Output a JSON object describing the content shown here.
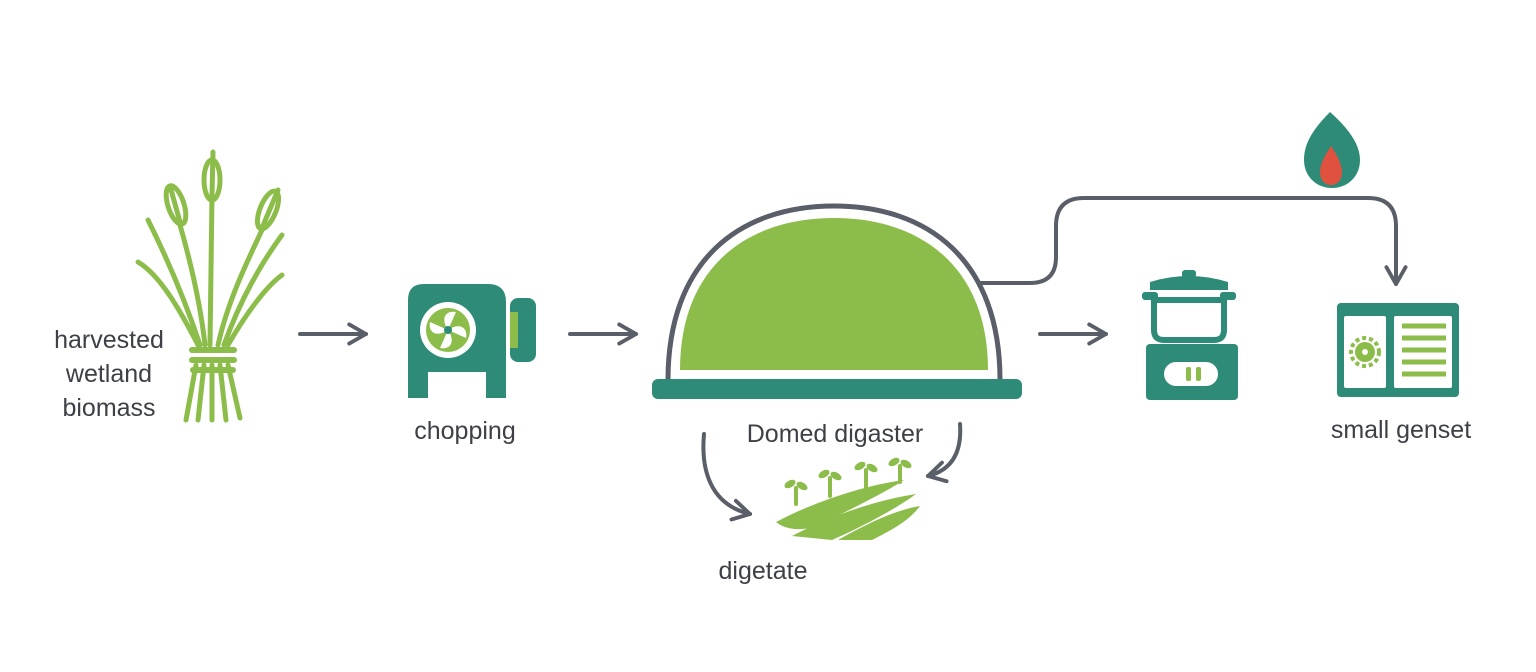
{
  "colors": {
    "green": "#8cbd4a",
    "teal": "#2e8b77",
    "arrow": "#5a5e68",
    "flame_outer": "#2e8b77",
    "flame_inner": "#e0513f",
    "text": "#3d4047"
  },
  "nodes": {
    "biomass": {
      "icon": "cattail-bundle-icon",
      "label_lines": [
        "harvested",
        "wetland",
        "biomass"
      ]
    },
    "chopping": {
      "icon": "chopper-machine-icon",
      "label": "chopping"
    },
    "digester": {
      "icon": "dome-digester-icon",
      "label": "Domed digaster"
    },
    "cooking": {
      "icon": "cooking-stove-icon"
    },
    "genset": {
      "icon": "genset-icon",
      "label": "small genset"
    },
    "digetate": {
      "icon": "crop-field-icon",
      "label": "digetate"
    },
    "gas": {
      "icon": "flame-icon"
    }
  }
}
